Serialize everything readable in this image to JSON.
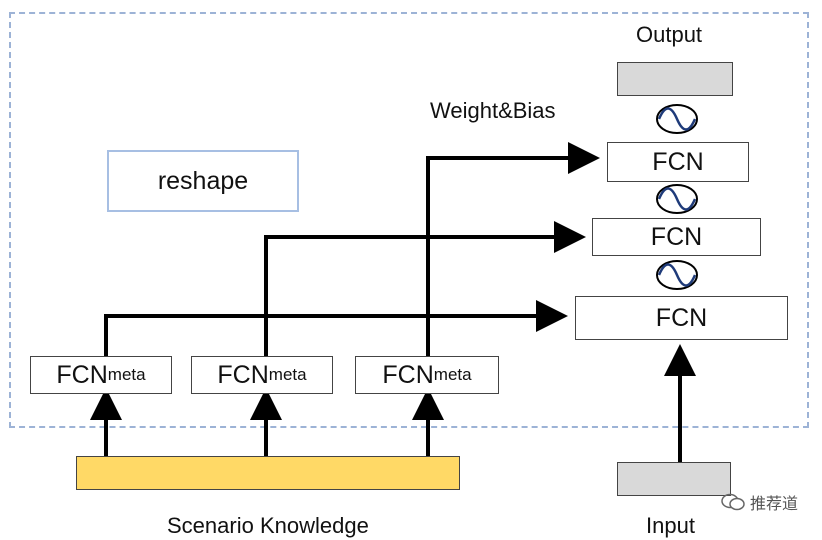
{
  "reshape_label": "reshape",
  "weight_bias_label": "Weight&Bias",
  "output_label": "Output",
  "input_label": "Input",
  "scenario_label": "Scenario Knowledge",
  "fcn_label": "FCN",
  "meta_boxes": [
    {
      "main": "FCN",
      "sub": "meta"
    },
    {
      "main": "FCN",
      "sub": "meta"
    },
    {
      "main": "FCN",
      "sub": "meta"
    }
  ],
  "watermark": "推荐道",
  "icons": {
    "activation": "sine-wave-icon",
    "wechat": "wechat-icon"
  },
  "colors": {
    "frame": "#9db3d6",
    "knowledge": "#ffd966",
    "io_box": "#d9d9d9",
    "wave": "#1f3b7a"
  }
}
